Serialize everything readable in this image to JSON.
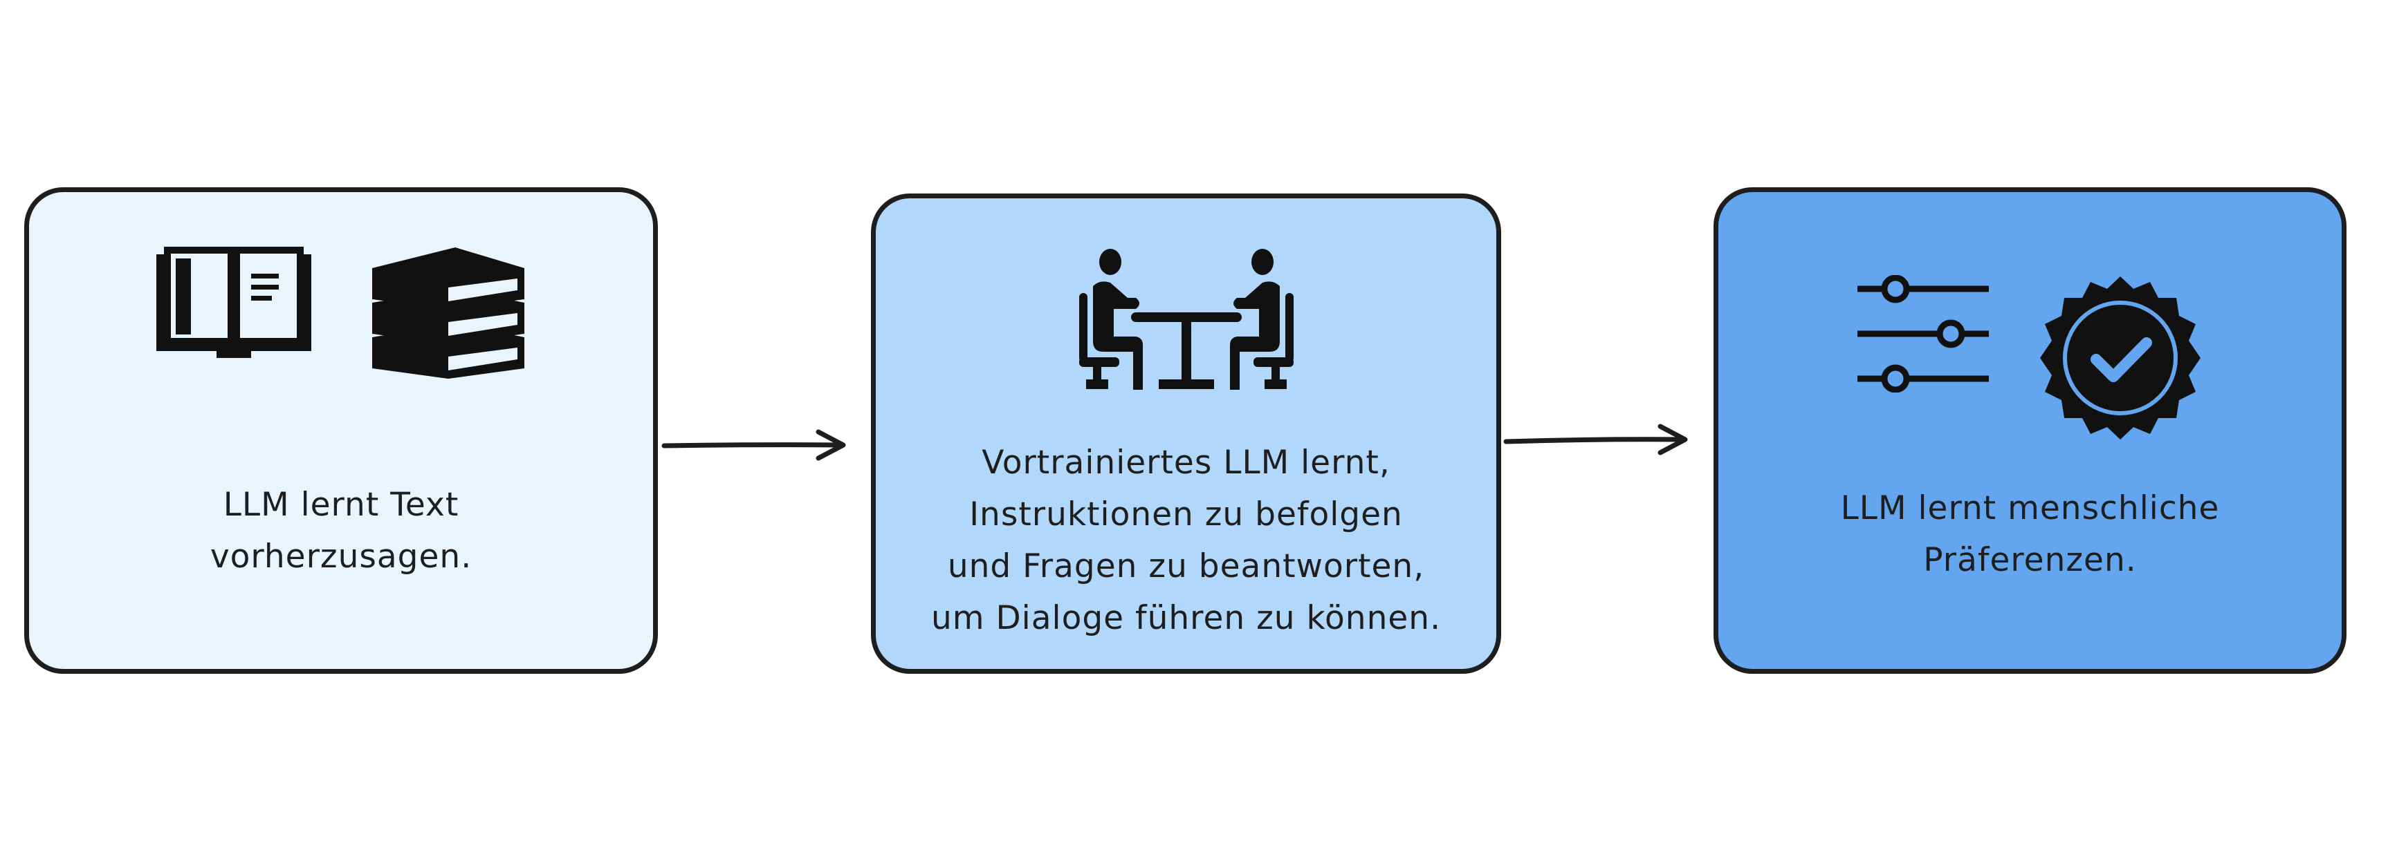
{
  "steps": [
    {
      "lines": [
        "LLM lernt Text",
        "vorherzusagen."
      ],
      "icons": [
        "open-book-icon",
        "book-stack-icon"
      ],
      "color": "#e9f4fd"
    },
    {
      "lines": [
        "Vortrainiertes LLM lernt,",
        "Instruktionen zu befolgen",
        "und Fragen zu beantworten,",
        "um Dialoge führen zu können."
      ],
      "icons": [
        "meeting-table-icon"
      ],
      "color": "#b1d7fb"
    },
    {
      "lines": [
        "LLM lernt menschliche",
        "Präferenzen."
      ],
      "icons": [
        "sliders-icon",
        "verified-badge-icon"
      ],
      "color": "#63a6ef"
    }
  ]
}
